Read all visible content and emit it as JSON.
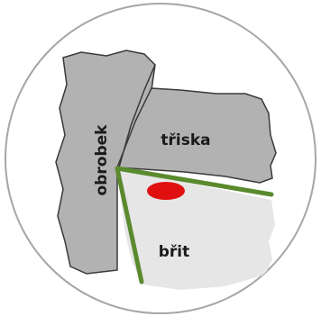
{
  "labels": {
    "workpiece": "obrobek",
    "chip": "třiska",
    "tool": "břit"
  },
  "colors": {
    "circle_border": "#a6a6a6",
    "workpiece_fill": "#b2b2b2",
    "chip_fill": "#b2b2b2",
    "tool_fill": "#e6e6e6",
    "outline": "#3a3a3a",
    "edge_green": "#5a8a2e",
    "hotspot": "#e01010"
  }
}
